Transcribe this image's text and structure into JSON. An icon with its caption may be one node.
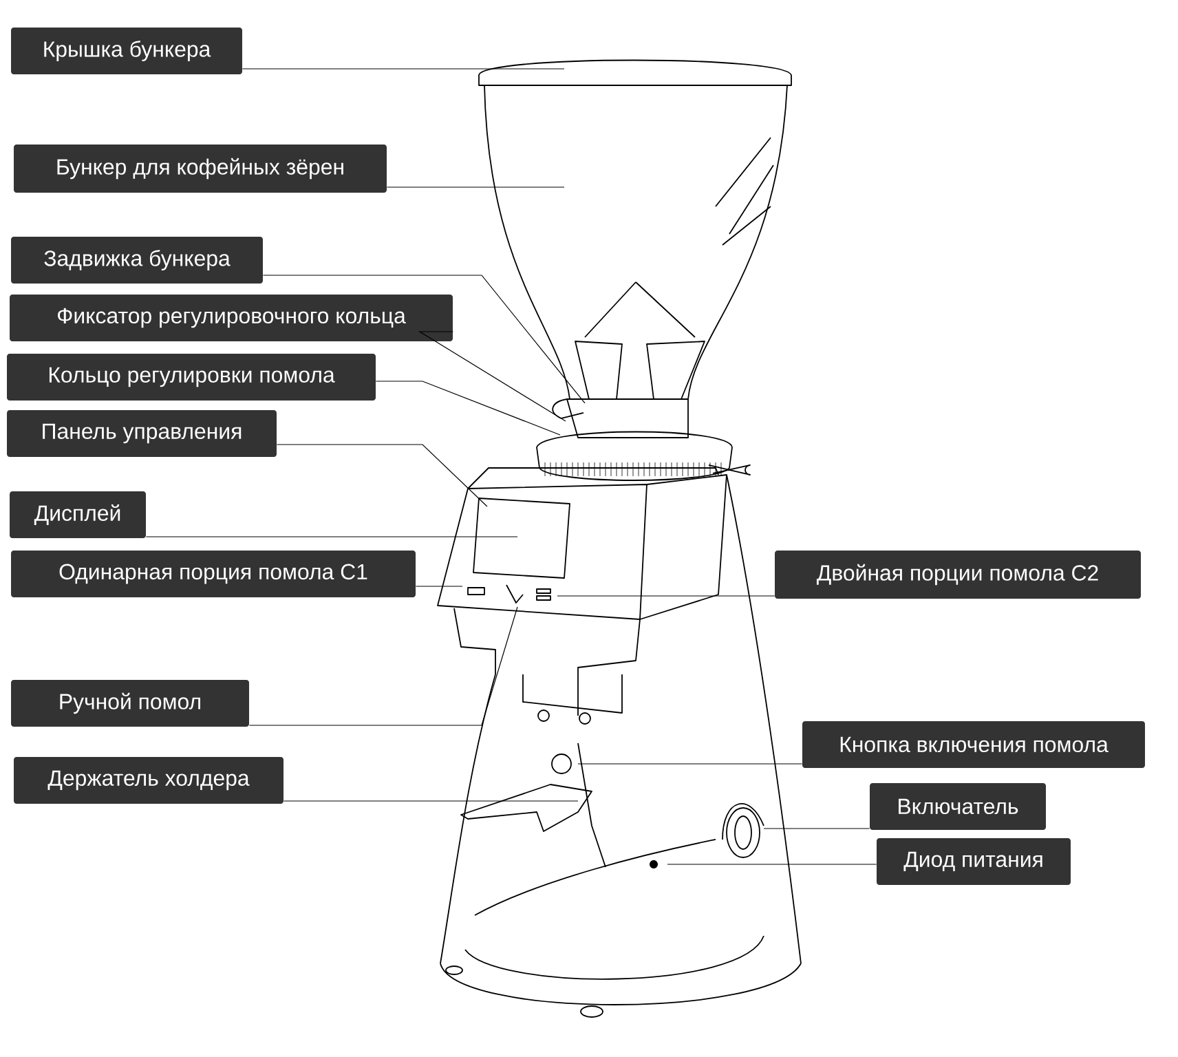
{
  "diagram": {
    "nodes": [
      {
        "text": [
          "Крышка бункера"
        ]
      },
      {
        "text": [
          "Бункер для кофейных зёрен"
        ]
      },
      {
        "text": [
          "Задвижка бункера"
        ]
      },
      {
        "text": [
          "Фиксатор регулировочного кольца"
        ]
      },
      {
        "text": [
          "Кольцо регулировки помола"
        ]
      },
      {
        "text": [
          "Панель управления"
        ]
      },
      {
        "text": [
          "Дисплей"
        ]
      },
      {
        "text": [
          "Одинарная порция помола С1"
        ]
      },
      {
        "text": [
          "Двойная порции помола С2"
        ]
      },
      {
        "text": [
          "Ручной помол"
        ]
      },
      {
        "text": [
          "Кнопка включения помола"
        ]
      },
      {
        "text": [
          "Держатель холдера"
        ]
      },
      {
        "text": [
          "Включатель"
        ]
      },
      {
        "text": [
          "Диод питания"
        ]
      }
    ],
    "edges": [
      {
        "from": 0,
        "to": null,
        "arrow": "none"
      },
      {
        "from": 1,
        "to": null,
        "arrow": "none"
      },
      {
        "from": 2,
        "to": null,
        "arrow": "none"
      },
      {
        "from": 3,
        "to": null,
        "arrow": "none"
      },
      {
        "from": 4,
        "to": null,
        "arrow": "none"
      },
      {
        "from": 5,
        "to": null,
        "arrow": "none"
      },
      {
        "from": 6,
        "to": null,
        "arrow": "none"
      },
      {
        "from": 7,
        "to": null,
        "arrow": "none"
      },
      {
        "from": 8,
        "to": null,
        "arrow": "none"
      },
      {
        "from": 9,
        "to": null,
        "arrow": "none"
      },
      {
        "from": 10,
        "to": null,
        "arrow": "none"
      },
      {
        "from": 11,
        "to": null,
        "arrow": "none"
      },
      {
        "from": 12,
        "to": null,
        "arrow": "none"
      },
      {
        "from": 13,
        "to": null,
        "arrow": "none"
      }
    ]
  }
}
